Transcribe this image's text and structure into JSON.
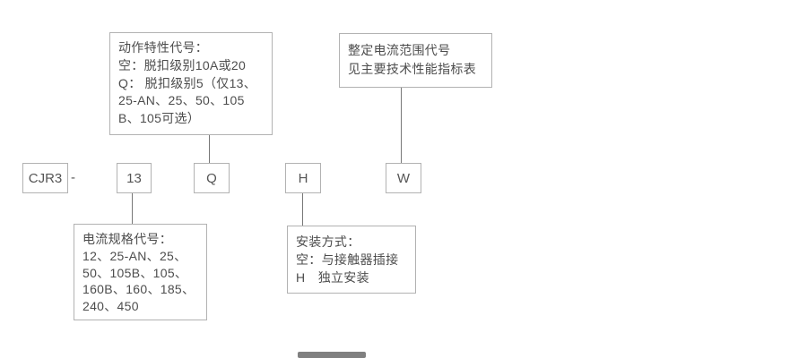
{
  "colors": {
    "background": "#ffffff",
    "box_border": "#b2b2b2",
    "connector_line": "#777777",
    "text": "#4d4d4d",
    "bottom_artifact": "#808080"
  },
  "model_row": {
    "prefix": "CJR3",
    "separator": "-",
    "codes": {
      "current_spec": "13",
      "action": "Q",
      "mounting": "H",
      "range": "W"
    }
  },
  "callouts": {
    "action": {
      "lines": [
        "动作特性代号：",
        "空：脱扣级别10A或20",
        "Q： 脱扣级别5（仅13、",
        "25-AN、25、50、105",
        "B、105可选）"
      ]
    },
    "range": {
      "lines": [
        "整定电流范围代号",
        "见主要技术性能指标表"
      ]
    },
    "current_spec": {
      "lines": [
        "电流规格代号：",
        "12、25-AN、25、",
        "50、105B、105、",
        "160B、160、185、",
        "240、450"
      ]
    },
    "mounting": {
      "lines": [
        "安装方式：",
        "空：与接触器插接",
        "H　独立安装"
      ]
    }
  }
}
